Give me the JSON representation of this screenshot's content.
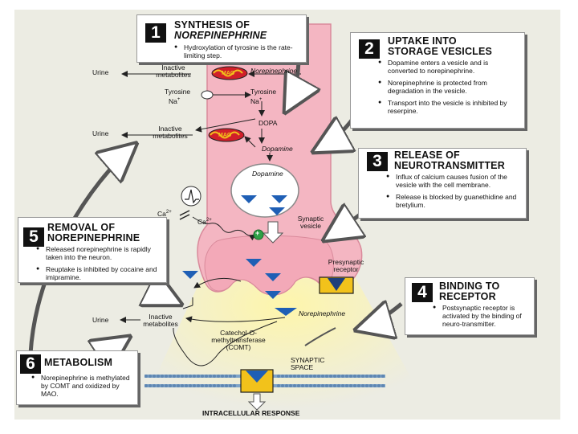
{
  "boxes": {
    "b1": {
      "number": "1",
      "title_line1": "SYNTHESIS OF",
      "title_line2": "NOREPINEPHRINE",
      "bullets": [
        "Hydroxylation of tyrosine is the rate-limiting step."
      ]
    },
    "b2": {
      "number": "2",
      "title_line1": "UPTAKE INTO",
      "title_line2": "STORAGE VESICLES",
      "bullets": [
        "Dopamine enters a vesicle and is converted to norepinephrine.",
        "Norepinephrine is protected from degradation in the vesicle.",
        "Transport into the vesicle is inhibited by reserpine."
      ]
    },
    "b3": {
      "number": "3",
      "title_line1": "RELEASE OF",
      "title_line2": "NEUROTRANSMITTER",
      "bullets": [
        "Influx of calcium causes fusion of the vesicle with the cell membrane.",
        "Release is blocked by guanethidine and bretylium."
      ]
    },
    "b4": {
      "number": "4",
      "title_line1": "BINDING TO",
      "title_line2": "RECEPTOR",
      "bullets": [
        "Postsynaptic receptor is activated by the binding of neuro-transmitter."
      ]
    },
    "b5": {
      "number": "5",
      "title_line1": "REMOVAL OF",
      "title_line2": "NOREPINEPHRINE",
      "bullets": [
        "Released norepinephrine is rapidly taken into the neuron.",
        "Reuptake is inhibited by cocaine and imipramine."
      ]
    },
    "b6": {
      "number": "6",
      "title_line1": "METABOLISM",
      "bullets": [
        "Norepinephrine is methylated by COMT and oxidized by MAO."
      ]
    }
  },
  "labels": {
    "urine": "Urine",
    "inactive": "Inactive",
    "metabolites": "metabolites",
    "mao": "MAO",
    "norepinephrine": "Norepinephrine",
    "tyrosine": "Tyrosine",
    "na": "Na",
    "na_sup": "+",
    "dopa": "DOPA",
    "dopamine": "Dopamine",
    "ca": "Ca",
    "ca_sup": "2+",
    "synaptic": "Synaptic",
    "vesicle": "vesicle",
    "presynaptic": "Presynaptic",
    "receptor": "receptor",
    "catechol_o": "Catechol-O-",
    "methyltransferase": "methyltransferase",
    "comt": "(COMT)",
    "synaptic_cap": "SYNAPTIC",
    "space_cap": "SPACE",
    "intracellular": "INTRACELLULAR RESPONSE",
    "plus": "+"
  },
  "colors": {
    "neuron_pink": "#f4b6c2",
    "neuron_edge": "#d98a9b",
    "vesicle_fill": "#ffffff",
    "nt_blue": "#1f5fb5",
    "receptor_yellow": "#f2c21b",
    "glow_yellow": "#fff7b0",
    "mao_red": "#d11f2a",
    "plus_green": "#2ea046",
    "panel_bg": "#ecece3"
  },
  "icons": [
    "action-potential-icon",
    "calcium-channel-icon",
    "plus-icon",
    "mao-enzyme-icon",
    "arrow-icon"
  ]
}
